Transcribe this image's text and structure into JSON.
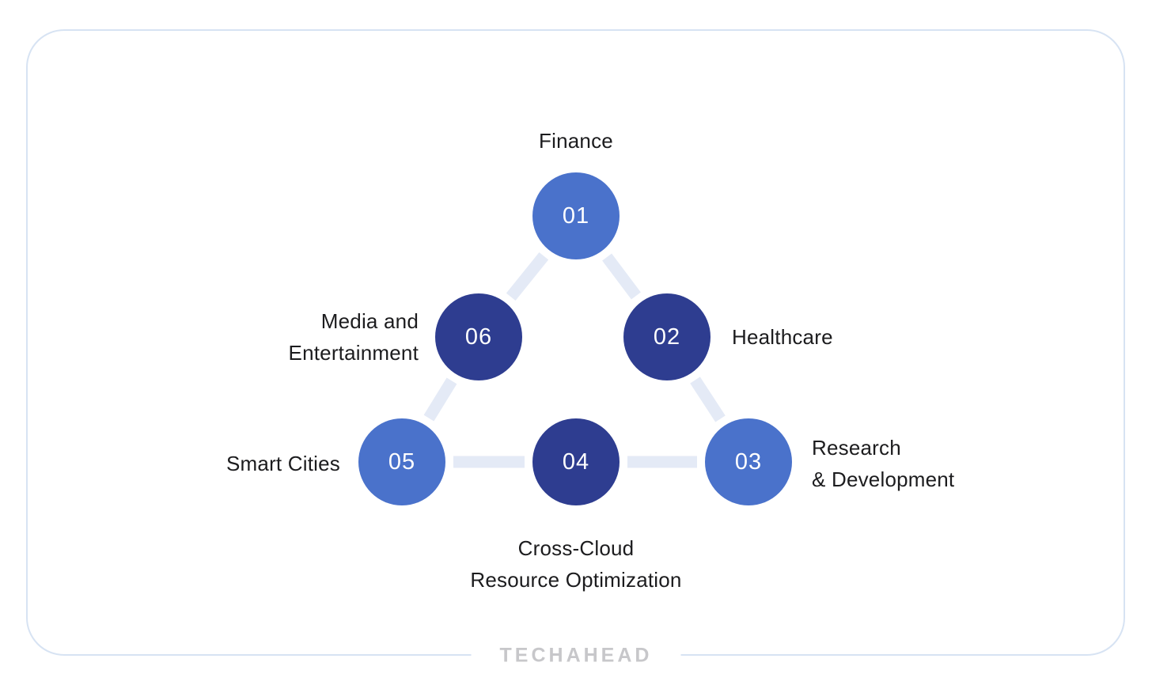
{
  "brand": {
    "name": "TECHAHEAD"
  },
  "colors": {
    "node_light": "#4a72cb",
    "node_dark": "#2e3d90",
    "connector": "#e4eaf6",
    "card_border": "#d7e3f3",
    "label_text": "#1c1c1e",
    "number_text": "#ffffff",
    "brand_text": "#c7c7ca"
  },
  "nodes": [
    {
      "num": "01",
      "label": "Finance",
      "lines": [
        "Finance"
      ],
      "color": "#4a72cb"
    },
    {
      "num": "02",
      "label": "Healthcare",
      "lines": [
        "Healthcare"
      ],
      "color": "#2e3d90"
    },
    {
      "num": "03",
      "label": "Research & Development",
      "lines": [
        "Research",
        "& Development"
      ],
      "color": "#4a72cb"
    },
    {
      "num": "04",
      "label": "Cross-Cloud Resource Optimization",
      "lines": [
        "Cross-Cloud",
        "Resource Optimization"
      ],
      "color": "#2e3d90"
    },
    {
      "num": "05",
      "label": "Smart Cities",
      "lines": [
        "Smart Cities"
      ],
      "color": "#4a72cb"
    },
    {
      "num": "06",
      "label": "Media and Entertainment",
      "lines": [
        "Media and",
        "Entertainment"
      ],
      "color": "#2e3d90"
    }
  ]
}
